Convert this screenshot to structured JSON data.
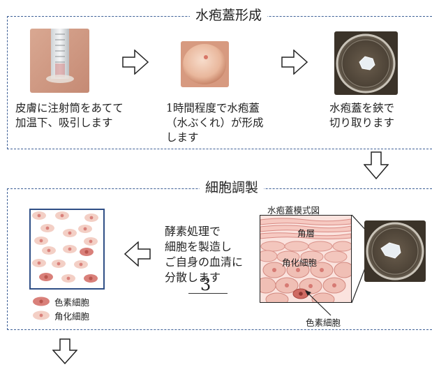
{
  "section1": {
    "title": "水疱蓋形成",
    "steps": [
      {
        "lines": [
          "皮膚に注射筒をあてて",
          "加温下、吸引します"
        ]
      },
      {
        "lines": [
          "1時間程度で水疱蓋",
          "（水ぶくれ）が形成",
          "します"
        ]
      },
      {
        "lines": [
          "水疱蓋を鋏で",
          "切り取ります"
        ]
      }
    ]
  },
  "section2": {
    "title": "細胞調製",
    "process_lines": [
      "酵素処理で",
      "細胞を製造し",
      "ご自身の血清に",
      "分散します"
    ],
    "page_number": "3",
    "diagram": {
      "title": "水疱蓋模式図",
      "label_stratum": "角層",
      "label_keratinocyte": "角化細胞",
      "label_melanocyte": "色素細胞"
    },
    "legend": [
      {
        "label": "色素細胞",
        "color": "#d9807a"
      },
      {
        "label": "角化細胞",
        "color": "#f3cfc5"
      }
    ]
  },
  "colors": {
    "frame": "#3d5f96",
    "box_border": "#2f4f86"
  }
}
